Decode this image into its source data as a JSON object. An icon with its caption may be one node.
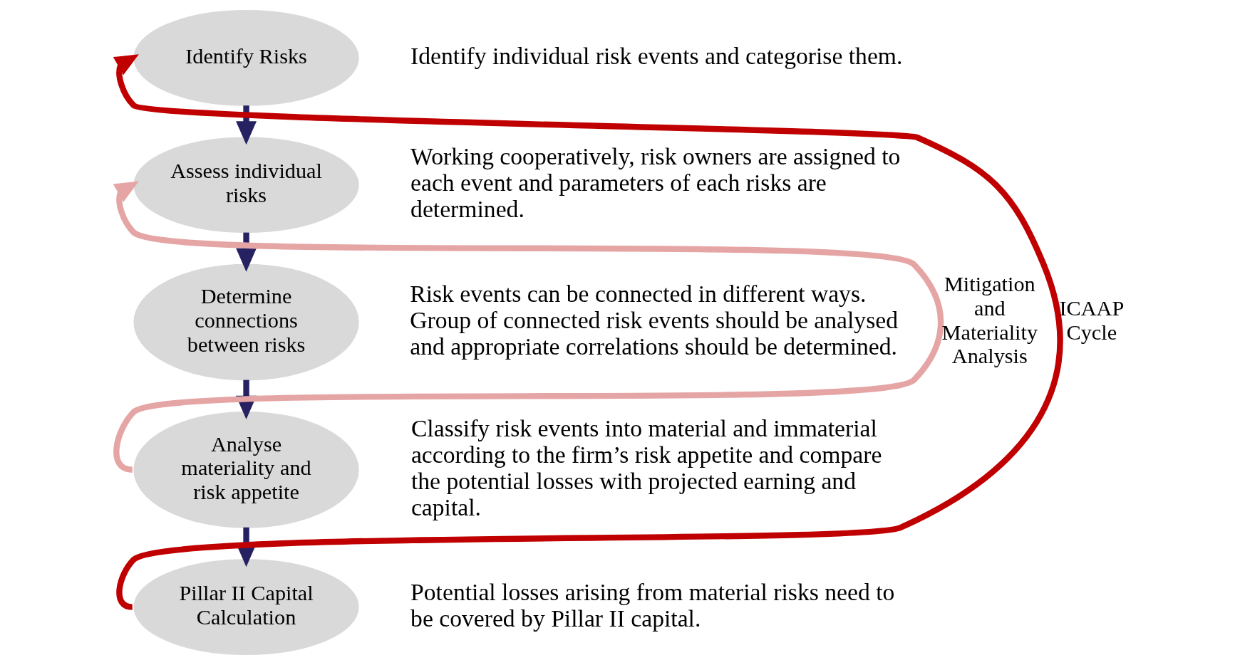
{
  "diagram": {
    "nodes": [
      {
        "text": [
          "Identify Risks"
        ],
        "beside": [
          "Identify individual risk events and categorise them."
        ]
      },
      {
        "text": [
          "Assess individual risks"
        ],
        "beside": [
          "Working cooperatively, risk owners are assigned to each event and parameters of each risks are determined."
        ]
      },
      {
        "text": [
          "Determine connections between risks"
        ],
        "beside": [
          "Risk events can be connected in different ways. Group of connected risk events should be analysed and appropriate correlations should be determined."
        ]
      },
      {
        "text": [
          "Analyse materiality and risk appetite"
        ],
        "beside": [
          "Classify risk events into material and immaterial according to the firm’s risk appetite and compare the potential losses with projected earning and capital."
        ]
      },
      {
        "text": [
          "Pillar II Capital Calculation"
        ],
        "beside": [
          "Potential losses arising from material risks need to be covered by Pillar II capital."
        ]
      }
    ],
    "edges": [
      {
        "from": 0,
        "to": 1,
        "arrow": "to"
      },
      {
        "from": 1,
        "to": 2,
        "arrow": "to"
      },
      {
        "from": 2,
        "to": 3,
        "arrow": "to"
      },
      {
        "from": 3,
        "to": 4,
        "arrow": "to"
      },
      {
        "from": 4,
        "to": 0,
        "arrow": "to",
        "color": "#c00000",
        "label": "ICAAP Cycle"
      },
      {
        "from": 3,
        "to": 1,
        "arrow": "to",
        "color": "#e6a5a5",
        "label": "Mitigation and Materiality Analysis"
      }
    ]
  }
}
